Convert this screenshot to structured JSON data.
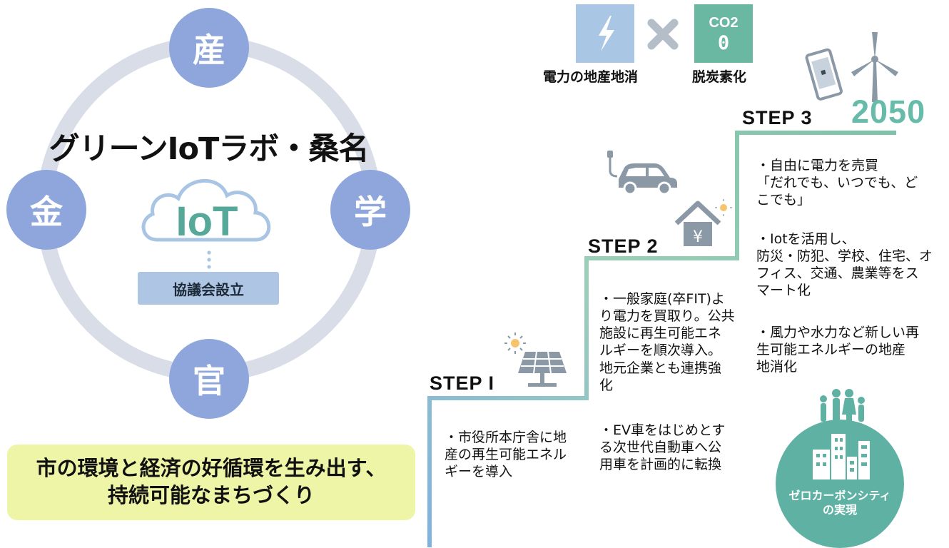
{
  "cycle": {
    "nodes": {
      "top": "産",
      "left": "金",
      "right": "学",
      "bottom": "官"
    },
    "title": "グリーンIoTラボ・桑名",
    "iot_text": "IoT",
    "council": "協議会設立"
  },
  "goal": {
    "line1": "市の環境と経済の好循環を生み出す、",
    "line2": "持続可能なまちづくり"
  },
  "top": {
    "left_label": "電力の地産地消",
    "right_label": "脱炭素化",
    "co2_label": "CO2",
    "co2_value": "0",
    "year": "2050"
  },
  "steps": [
    {
      "label": "STEP I",
      "text": "・市役所本庁舎に地\n産の再生可能エネル\nギーを導入"
    },
    {
      "label": "STEP 2",
      "text1": "・一般家庭(卒FIT)よ\nり電力を買取り。公共\n施設に再生可能エネ\nルギーを順次導入。\n地元企業とも連携強\n化",
      "text2": "・EV車をはじめとす\nる次世代自動車へ公\n用車を計画的に転換"
    },
    {
      "label": "STEP 3",
      "text1": "・自由に電力を売買\n「だれでも、いつでも、ど\nこでも」",
      "text2": "・Iotを活用し、\n防災・防犯、学校、住宅、オ\nフィス、交通、農業等をス\nマート化",
      "text3": "・風力や水力など新しい再\n生可能エネルギーの地産\n地消化"
    }
  ],
  "zero_carbon": {
    "line1": "ゼロカーボンシティ",
    "line2": "の実現"
  },
  "colors": {
    "node": "#8ea6dc",
    "ring": "#d9dde7",
    "goal_bg": "#eef5a6",
    "teal": "#66bba9",
    "stair_blue": "#6aa8d6",
    "icon_gray": "#8b98a6"
  }
}
